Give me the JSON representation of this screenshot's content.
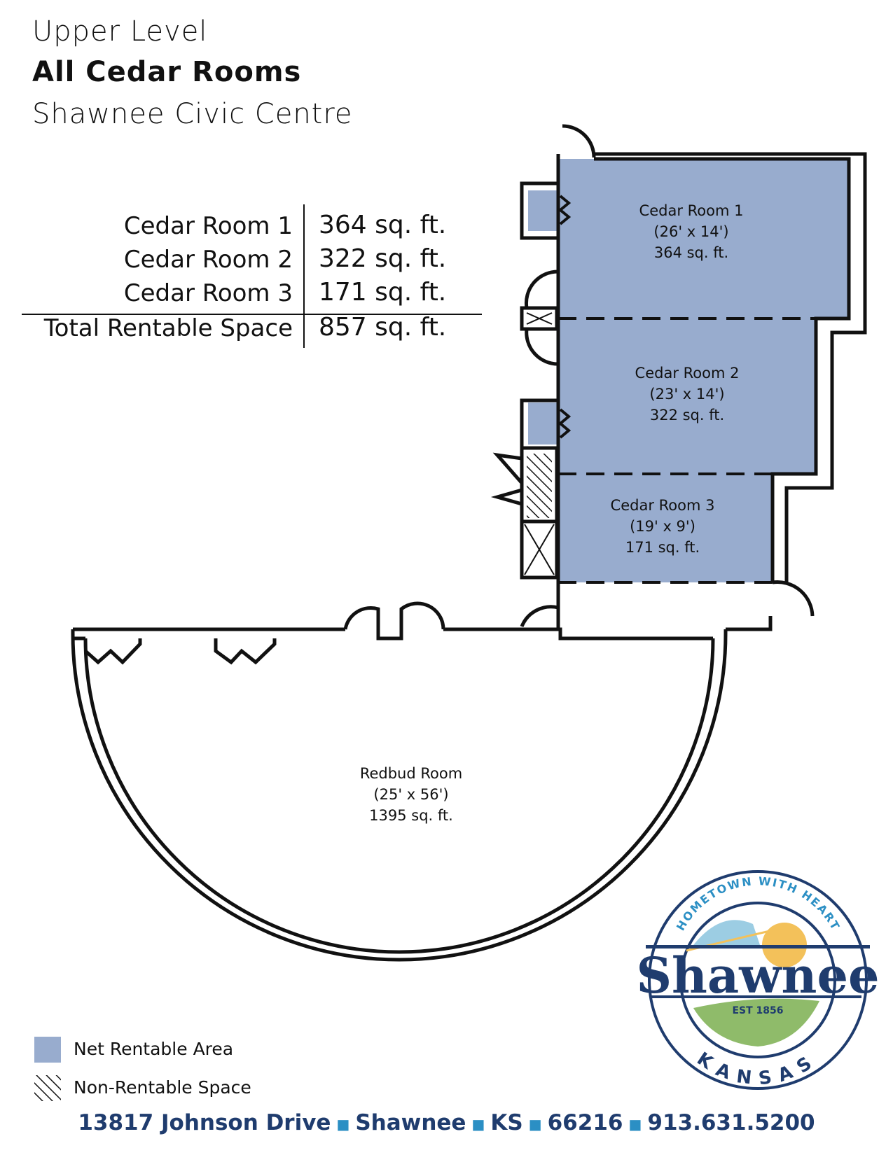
{
  "header": {
    "line1": "Upper Level",
    "line2": "All Cedar Rooms",
    "line3": "Shawnee Civic Centre"
  },
  "summary_table": {
    "rows": [
      {
        "room": "Cedar Room 1",
        "area": "364 sq. ft."
      },
      {
        "room": "Cedar Room 2",
        "area": "322 sq. ft."
      },
      {
        "room": "Cedar Room 3",
        "area": "171 sq. ft."
      }
    ],
    "total": {
      "label": "Total Rentable Space",
      "area": "857 sq. ft."
    }
  },
  "rooms": [
    {
      "name": "Cedar Room 1",
      "dims": "(26' x 14')",
      "area": "364 sq. ft."
    },
    {
      "name": "Cedar Room 2",
      "dims": "(23' x 14')",
      "area": "322 sq. ft."
    },
    {
      "name": "Cedar Room 3",
      "dims": "(19' x 9')",
      "area": "171 sq. ft."
    },
    {
      "name": "Redbud Room",
      "dims": "(25' x 56')",
      "area": "1395 sq. ft."
    }
  ],
  "legend": {
    "rentable": "Net Rentable Area",
    "non_rentable": "Non-Rentable Space"
  },
  "logo": {
    "tagline": "HOMETOWN WITH HEART",
    "name": "Shawnee",
    "est": "EST 1856",
    "state": "KANSAS"
  },
  "footer": {
    "address": "13817 Johnson Drive",
    "city": "Shawnee",
    "state": "KS",
    "zip": "66216",
    "phone": "913.631.5200"
  },
  "colors": {
    "rentable": "#98acce",
    "brand_navy": "#1f3c6e",
    "brand_blue": "#2b8fc4",
    "sun": "#f3c15a",
    "field": "#8fbb6a"
  }
}
